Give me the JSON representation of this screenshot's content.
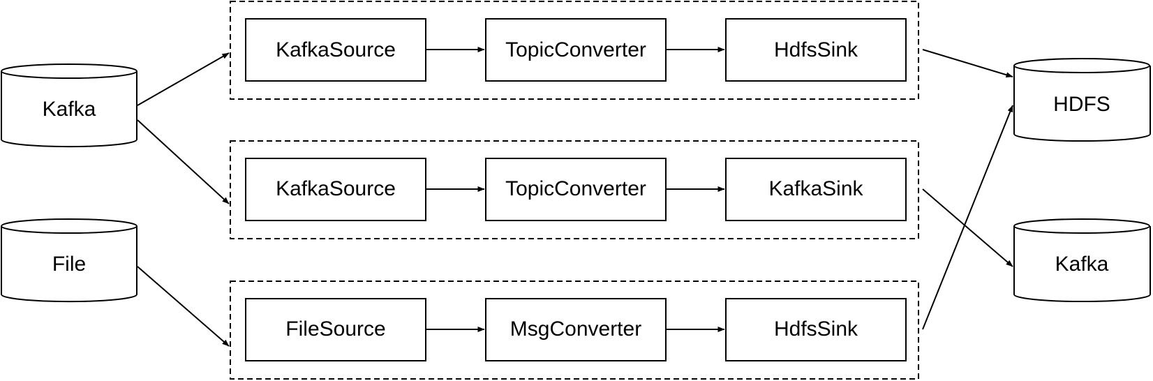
{
  "sources": [
    {
      "id": "kafka-in",
      "label": "Kafka"
    },
    {
      "id": "file-in",
      "label": "File"
    }
  ],
  "sinks": [
    {
      "id": "hdfs-out",
      "label": "HDFS"
    },
    {
      "id": "kafka-out",
      "label": "Kafka"
    }
  ],
  "pipelines": [
    {
      "source": "KafkaSource",
      "converter": "TopicConverter",
      "sink": "HdfsSink"
    },
    {
      "source": "KafkaSource",
      "converter": "TopicConverter",
      "sink": "KafkaSink"
    },
    {
      "source": "FileSource",
      "converter": "MsgConverter",
      "sink": "HdfsSink"
    }
  ]
}
